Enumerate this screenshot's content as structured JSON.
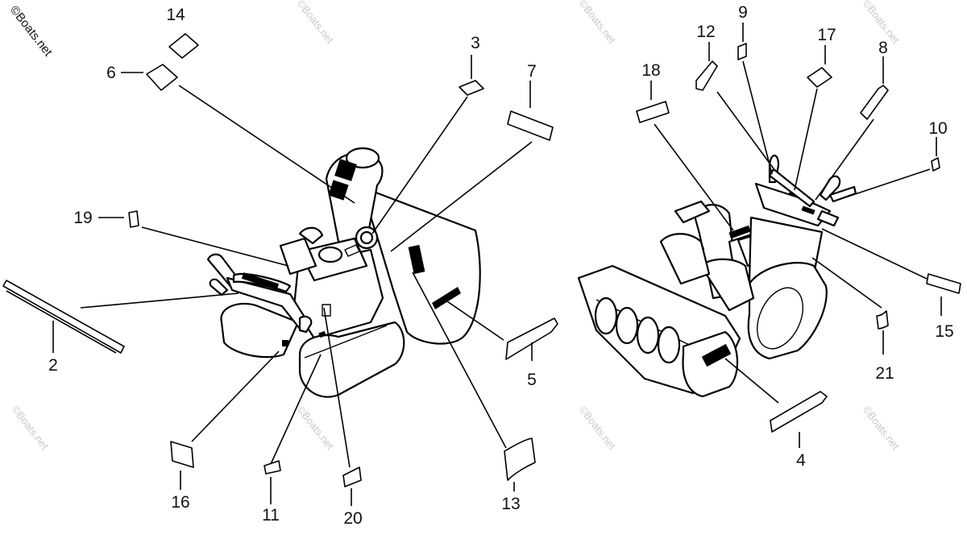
{
  "diagram": {
    "copyright": "©Boats.net",
    "watermark": "©Boats.net",
    "callouts": [
      "14",
      "6",
      "3",
      "7",
      "19",
      "2",
      "5",
      "16",
      "11",
      "20",
      "13",
      "9",
      "12",
      "17",
      "8",
      "18",
      "10",
      "15",
      "21",
      "4"
    ]
  }
}
